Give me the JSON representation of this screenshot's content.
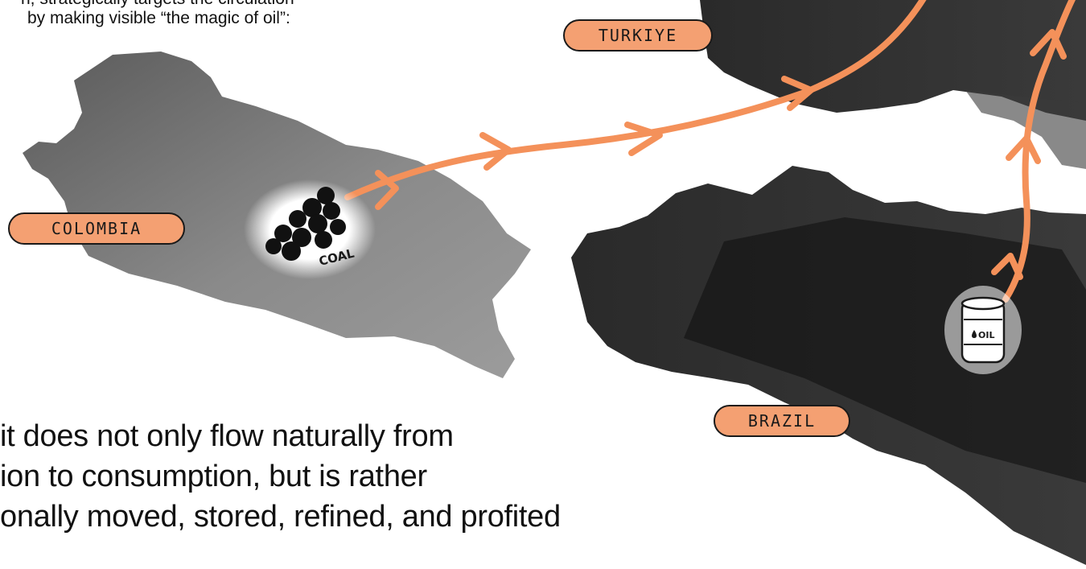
{
  "intro": {
    "line1": "n, strategically targets the circulation",
    "line2": "by making visible “the magic of oil”:"
  },
  "body_text": {
    "line1": "it does not only flow naturally from",
    "line2": "ion to consumption, but is rather",
    "line3": "onally moved, stored, refined, and profited"
  },
  "countries": {
    "turkiye": "TURKIYE",
    "colombia": "COLOMBIA",
    "brazil": "BRAZIL"
  },
  "resources": {
    "coal": "COAL",
    "oil": "OIL"
  },
  "colors": {
    "flow": "#f4915a",
    "label_fill": "#f4a072",
    "land_dark": "#111111",
    "land_grey": "#7d7d7d"
  }
}
